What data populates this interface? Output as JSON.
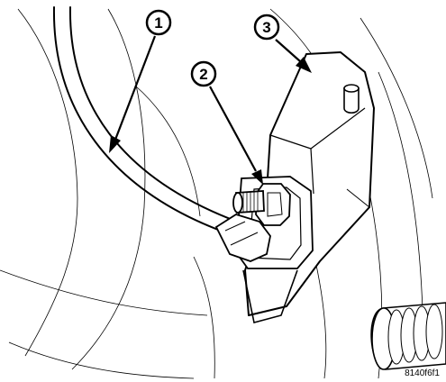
{
  "callouts": [
    {
      "id": 1,
      "label": "1"
    },
    {
      "id": 2,
      "label": "2"
    },
    {
      "id": 3,
      "label": "3"
    }
  ],
  "figure_code": "8140f6f1",
  "colors": {
    "line": "#000000",
    "background": "#ffffff"
  }
}
